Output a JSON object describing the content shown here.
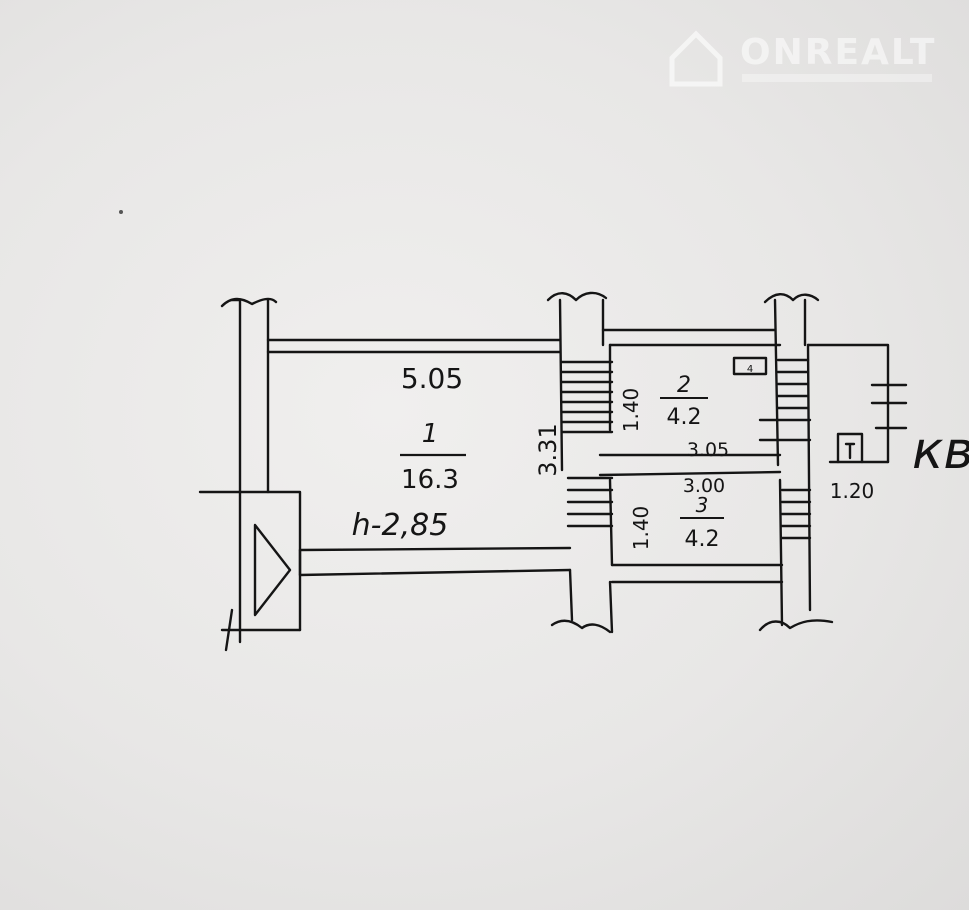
{
  "watermark": {
    "brand": "ONREALT",
    "logo_icon": "house-icon"
  },
  "plan": {
    "rooms": [
      {
        "number": "1",
        "area": "16.3"
      },
      {
        "number": "2",
        "area": "4.2"
      },
      {
        "number": "3",
        "area": "4.2"
      }
    ],
    "dimensions": {
      "room1_length": "5.05",
      "room1_width": "3.31",
      "ceiling_height": "h-2,85",
      "room2_width": "1.40",
      "room2_length": "3.05",
      "room3_width": "1.40",
      "room3_length": "3.00",
      "entry_width": "1.20"
    },
    "fixture_label": "4",
    "side_marker": "кв"
  }
}
